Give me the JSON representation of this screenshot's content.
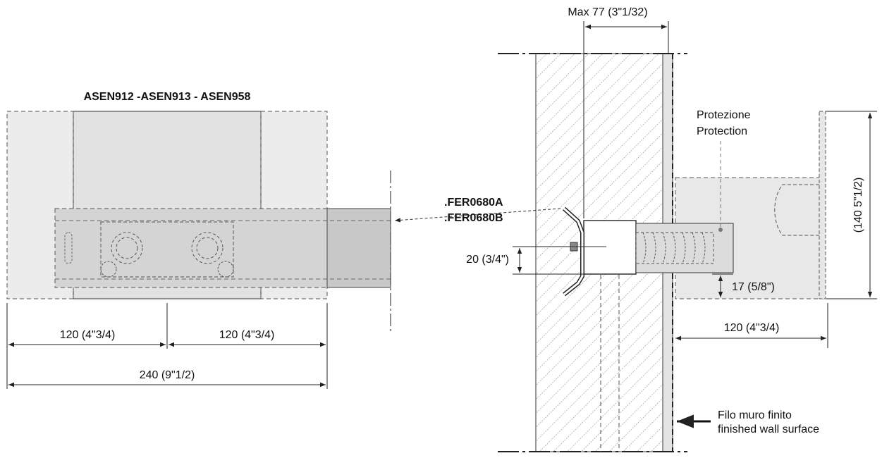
{
  "left_view": {
    "title": "ASEN912 -ASEN913 - ASEN958",
    "dim_left": "120 (4\"3/4)",
    "dim_right": "120 (4\"3/4)",
    "dim_total": "240 (9\"1/2)"
  },
  "right_view": {
    "dim_max": "Max 77 (3\"1/32)",
    "part_a": ".FER0680A",
    "part_b": ".FER0680B",
    "dim_20": "20 (3/4\")",
    "dim_17": "17 (5/8\")",
    "dim_120": "120 (4\"3/4)",
    "dim_140": "(140 5\"1/2)",
    "protection_it": "Protezione",
    "protection_en": "Protection",
    "wall_it": "Filo muro finito",
    "wall_en": "finished wall surface"
  },
  "colors": {
    "line": "#222222",
    "shade_light": "#ebebeb",
    "shade_mid": "#d6d6d6",
    "dashed": "#555555"
  }
}
